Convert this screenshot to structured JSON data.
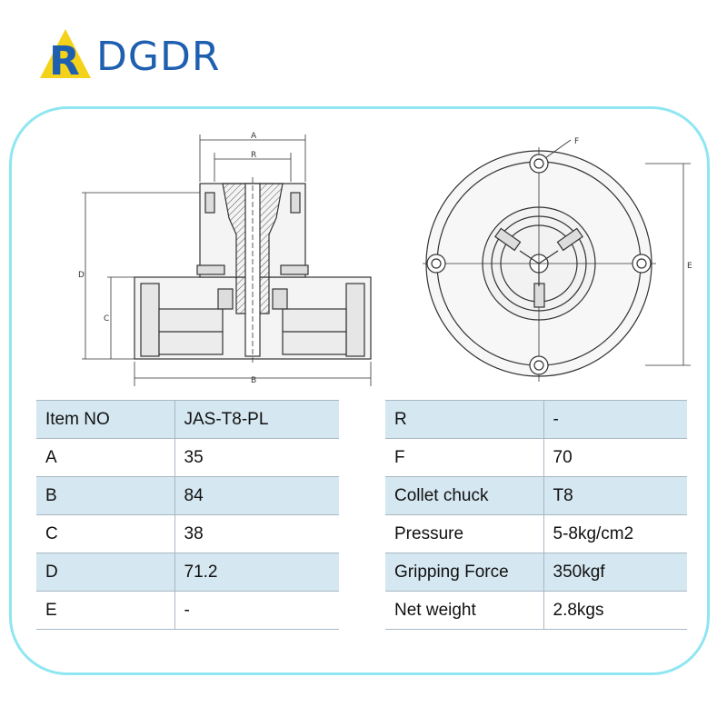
{
  "brand": {
    "logo_letter": "R",
    "name": "DGDR"
  },
  "drawing": {
    "labels": {
      "a": "A",
      "r": "R",
      "d": "D",
      "c": "C",
      "b": "B",
      "f": "F",
      "e": "E"
    }
  },
  "spec_left": [
    {
      "label": "Item NO",
      "value": "JAS-T8-PL"
    },
    {
      "label": "A",
      "value": "35"
    },
    {
      "label": "B",
      "value": "84"
    },
    {
      "label": "C",
      "value": "38"
    },
    {
      "label": "D",
      "value": "71.2"
    },
    {
      "label": "E",
      "value": "-"
    }
  ],
  "spec_right": [
    {
      "label": "R",
      "value": "-"
    },
    {
      "label": "F",
      "value": "70"
    },
    {
      "label": "Collet chuck",
      "value": "T8"
    },
    {
      "label": "Pressure",
      "value": "5-8kg/cm2"
    },
    {
      "label": "Gripping Force",
      "value": "350kgf"
    },
    {
      "label": "Net weight",
      "value": "2.8kgs"
    }
  ],
  "colors": {
    "brand_blue": "#1e5fb0",
    "logo_yellow": "#f5d21a",
    "frame_cyan": "#8fe6f2",
    "row_tint": "#d5e7f1"
  }
}
